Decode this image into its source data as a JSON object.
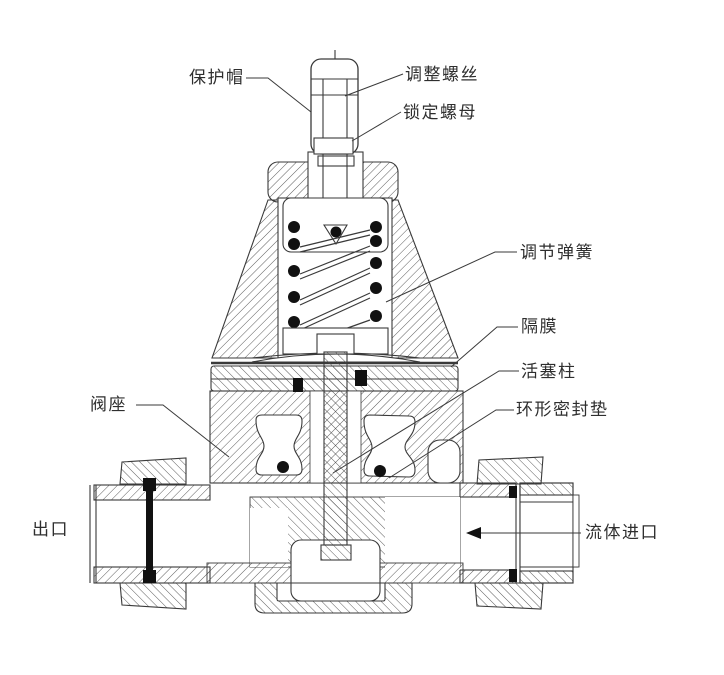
{
  "figure": {
    "type": "technical-cross-section",
    "subject": "pressure reducing valve (减压阀) cutaway diagram",
    "labels": {
      "protective_cap": "保护帽",
      "adjusting_screw": "调整螺丝",
      "lock_nut": "锁定螺母",
      "adjusting_spring": "调节弹簧",
      "diaphragm": "隔膜",
      "piston_column": "活塞柱",
      "ring_seal_gasket": "环形密封垫",
      "valve_seat": "阀座",
      "outlet": "出口",
      "fluid_inlet": "流体进口"
    },
    "flow_arrow": {
      "icon": "arrow-left-icon",
      "direction": "left",
      "meaning": "fluid enters from right inlet"
    },
    "colors": {
      "line": "#3a3a3a",
      "hatch": "#4a4a4a",
      "fill": "#ffffff",
      "seal_black": "#111111"
    }
  }
}
